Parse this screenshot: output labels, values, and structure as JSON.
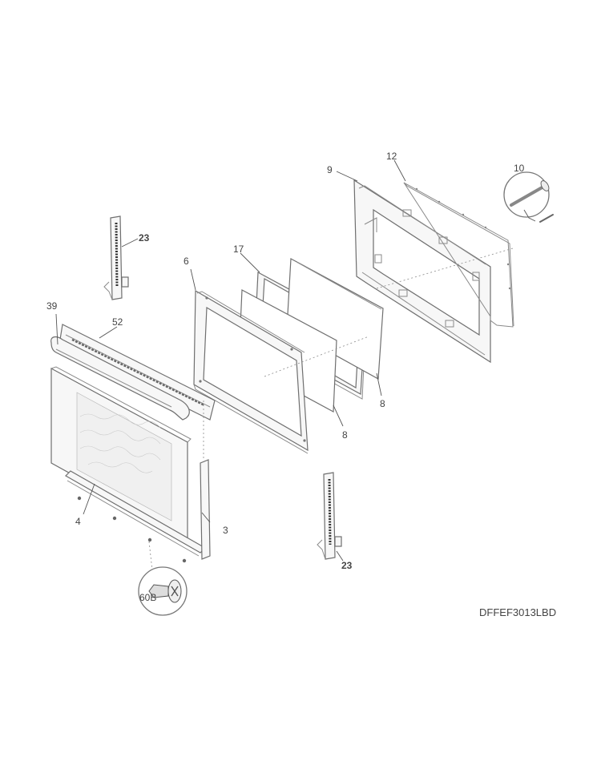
{
  "callouts": {
    "c3": "3",
    "c4": "4",
    "c6": "6",
    "c8a": "8",
    "c8b": "8",
    "c9": "9",
    "c10": "10",
    "c12": "12",
    "c17": "17",
    "c23a": "23",
    "c23b": "23",
    "c39": "39",
    "c52": "52",
    "c60b": "60B"
  },
  "diagram_code": "DFFEF3013LBD"
}
